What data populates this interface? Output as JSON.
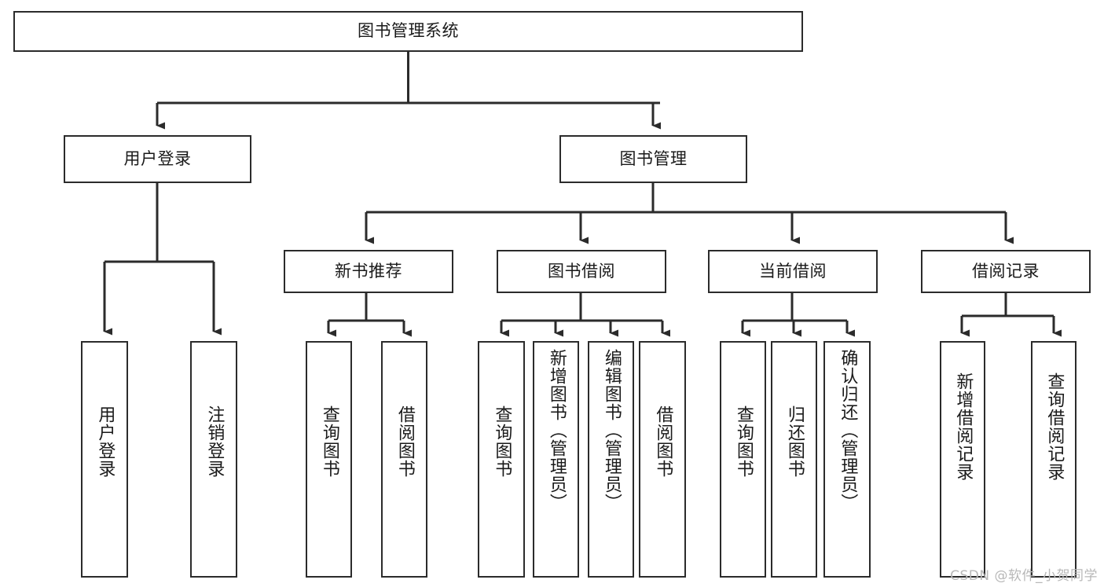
{
  "diagram": {
    "title": "图书管理系统",
    "watermark": "CSDN @软件_小贺同学",
    "colors": {
      "background": "#ffffff",
      "box_border": "#2b2b2b",
      "box_fill": "#ffffff",
      "connector": "#2b2b2b",
      "text": "#1a1a1a",
      "watermark": "#b8b8b8"
    }
  },
  "nodes": {
    "root": {
      "label": "图书管理系统"
    },
    "level2": [
      {
        "label": "用户登录"
      },
      {
        "label": "图书管理"
      }
    ],
    "level3": [
      {
        "label": "新书推荐"
      },
      {
        "label": "图书借阅"
      },
      {
        "label": "当前借阅"
      },
      {
        "label": "借阅记录"
      }
    ],
    "leaves": {
      "user_login": [
        {
          "label": "用户登录"
        },
        {
          "label": "注销登录"
        }
      ],
      "new_book_recommend": [
        {
          "label": "查询图书"
        },
        {
          "label": "借阅图书"
        }
      ],
      "book_borrow": [
        {
          "label": "查询图书"
        },
        {
          "label": "新增图书（管理员）"
        },
        {
          "label": "编辑图书（管理员）"
        },
        {
          "label": "借阅图书"
        }
      ],
      "current_borrow": [
        {
          "label": "查询图书"
        },
        {
          "label": "归还图书"
        },
        {
          "label": "确认归还（管理员）"
        }
      ],
      "borrow_record": [
        {
          "label": "新增借阅记录"
        },
        {
          "label": "查询借阅记录"
        }
      ]
    }
  }
}
